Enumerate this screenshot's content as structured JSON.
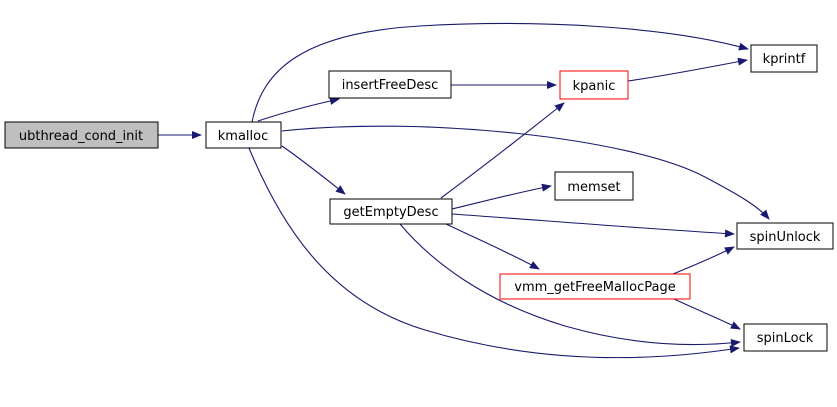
{
  "diagram": {
    "type": "doxygen-call-graph",
    "background": "#ffffff",
    "colors": {
      "edge": "#191970",
      "node_border": "#000000",
      "truncated_node_border": "#ff0000",
      "root_node_fill": "#bfbfbf",
      "node_fill": "#ffffff",
      "text": "#000000"
    },
    "nodes": {
      "ubthread_cond_init": {
        "label": "ubthread_cond_init",
        "role": "root"
      },
      "kmalloc": {
        "label": "kmalloc"
      },
      "insertFreeDesc": {
        "label": "insertFreeDesc"
      },
      "kpanic": {
        "label": "kpanic",
        "truncated": true
      },
      "kprintf": {
        "label": "kprintf"
      },
      "getEmptyDesc": {
        "label": "getEmptyDesc"
      },
      "memset": {
        "label": "memset"
      },
      "vmm_getFreeMallocPage": {
        "label": "vmm_getFreeMallocPage",
        "truncated": true
      },
      "spinUnlock": {
        "label": "spinUnlock"
      },
      "spinLock": {
        "label": "spinLock"
      }
    },
    "edges": [
      {
        "from": "ubthread_cond_init",
        "to": "kmalloc"
      },
      {
        "from": "kmalloc",
        "to": "insertFreeDesc"
      },
      {
        "from": "kmalloc",
        "to": "kprintf"
      },
      {
        "from": "kmalloc",
        "to": "getEmptyDesc"
      },
      {
        "from": "kmalloc",
        "to": "spinUnlock"
      },
      {
        "from": "kmalloc",
        "to": "spinLock"
      },
      {
        "from": "insertFreeDesc",
        "to": "kpanic"
      },
      {
        "from": "kpanic",
        "to": "kprintf"
      },
      {
        "from": "getEmptyDesc",
        "to": "kpanic"
      },
      {
        "from": "getEmptyDesc",
        "to": "memset"
      },
      {
        "from": "getEmptyDesc",
        "to": "spinUnlock"
      },
      {
        "from": "getEmptyDesc",
        "to": "vmm_getFreeMallocPage"
      },
      {
        "from": "getEmptyDesc",
        "to": "spinLock"
      },
      {
        "from": "vmm_getFreeMallocPage",
        "to": "spinUnlock"
      },
      {
        "from": "vmm_getFreeMallocPage",
        "to": "spinLock"
      }
    ]
  }
}
